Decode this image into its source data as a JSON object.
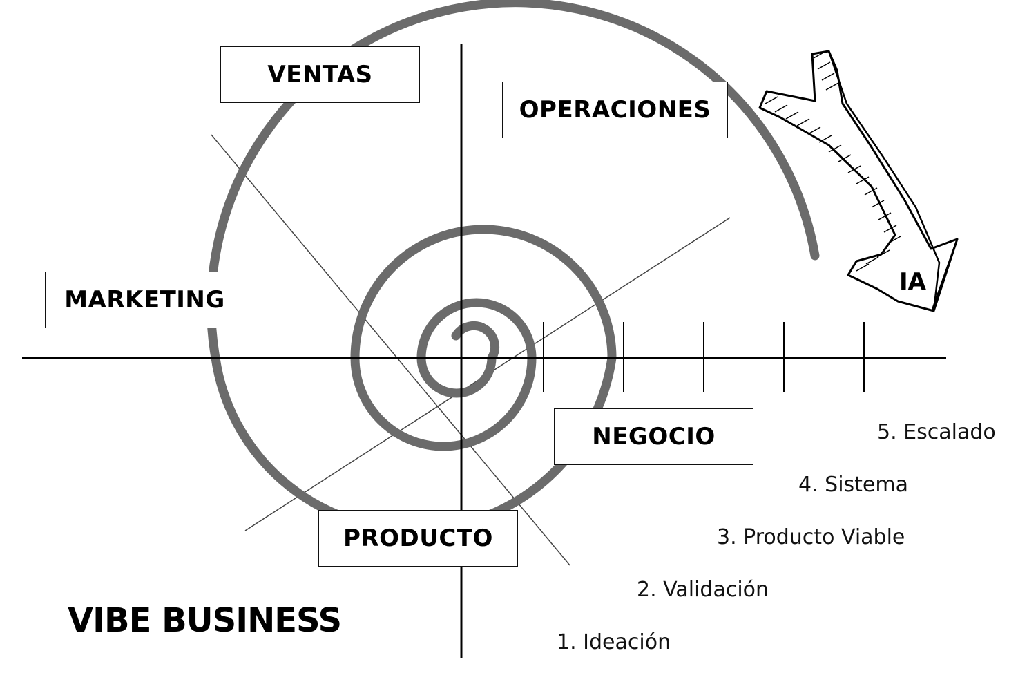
{
  "title": "VIBE BUSINESS",
  "areas": {
    "ventas": "VENTAS",
    "operaciones": "OPERACIONES",
    "marketing": "MARKETING",
    "negocio": "NEGOCIO",
    "producto": "PRODUCTO"
  },
  "arrow_label": "IA",
  "stages": [
    "1. Ideación",
    "2. Validación",
    "3. Producto Viable",
    "4. Sistema",
    "5. Escalado"
  ],
  "colors": {
    "spiral": "#6b6b6b",
    "axes": "#000000",
    "text": "#000000"
  }
}
